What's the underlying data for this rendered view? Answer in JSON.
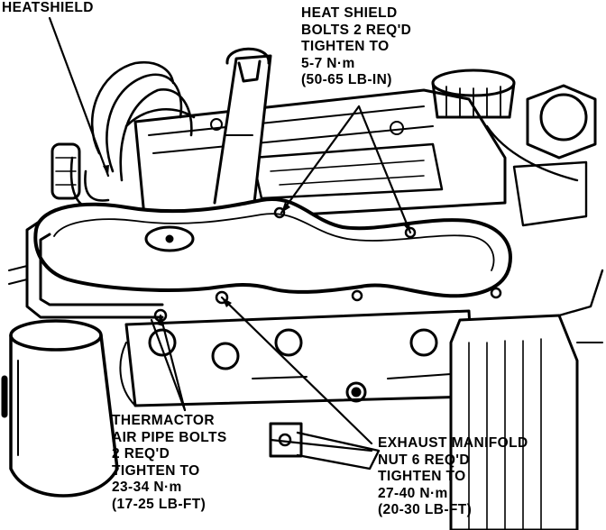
{
  "callouts": {
    "heatshield": {
      "lines": [
        "HEATSHIELD"
      ]
    },
    "heat_shield_bolts": {
      "lines": [
        "HEAT SHIELD",
        "BOLTS 2 REQ'D",
        "TIGHTEN TO",
        "5-7 N·m",
        "(50-65 LB-IN)"
      ]
    },
    "thermactor_bolts": {
      "lines": [
        "THERMACTOR",
        "AIR PIPE BOLTS",
        "2 REQ'D",
        "TIGHTEN TO",
        "23-34 N·m",
        "(17-25 LB-FT)"
      ]
    },
    "exhaust_manifold_nuts": {
      "lines": [
        "EXHAUST MANIFOLD",
        "NUT 6 REQ'D",
        "TIGHTEN TO",
        "27-40 N·m",
        "(20-30 LB-FT)"
      ]
    }
  },
  "drawing": {
    "ink_color": "#000000",
    "paper_color": "#ffffff"
  }
}
